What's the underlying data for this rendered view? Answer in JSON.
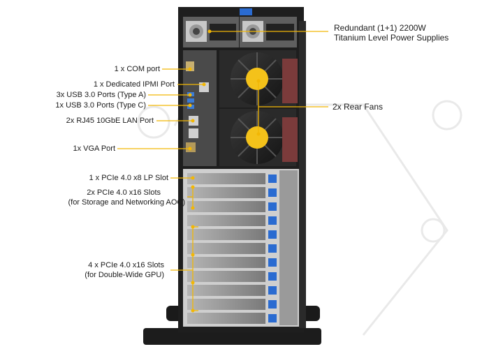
{
  "labels": {
    "psu_line1": "Redundant (1+1) 2200W",
    "psu_line2": "Titanium Level Power Supplies",
    "com_port": "1 x COM  port",
    "ipmi_port": "1 x Dedicated IPMI Port",
    "usb_a": "3x USB 3.0 Ports (Type A)",
    "usb_c": "1x USB 3.0 Ports (Type C)",
    "lan": "2x RJ45 10GbE LAN Port",
    "vga": "1x VGA  Port",
    "rear_fans": "2x Rear Fans",
    "pcie_x8": "1 x PCIe 4.0 x8 LP Slot",
    "pcie_x16_storage_1": "2x PCIe 4.0 x16 Slots",
    "pcie_x16_storage_2": "(for Storage and Networking AOC)",
    "pcie_gpu_1": "4 x PCIe 4.0 x16 Slots",
    "pcie_gpu_2": "(for Double-Wide GPU)"
  },
  "colors": {
    "callout_line": "#f2b705",
    "chassis": "#1e1e1e",
    "panel": "#2b2b2b",
    "slot_metal": "#8e8e8e",
    "latch_blue": "#2a6bd1",
    "fan_label": "#f4c21a"
  }
}
